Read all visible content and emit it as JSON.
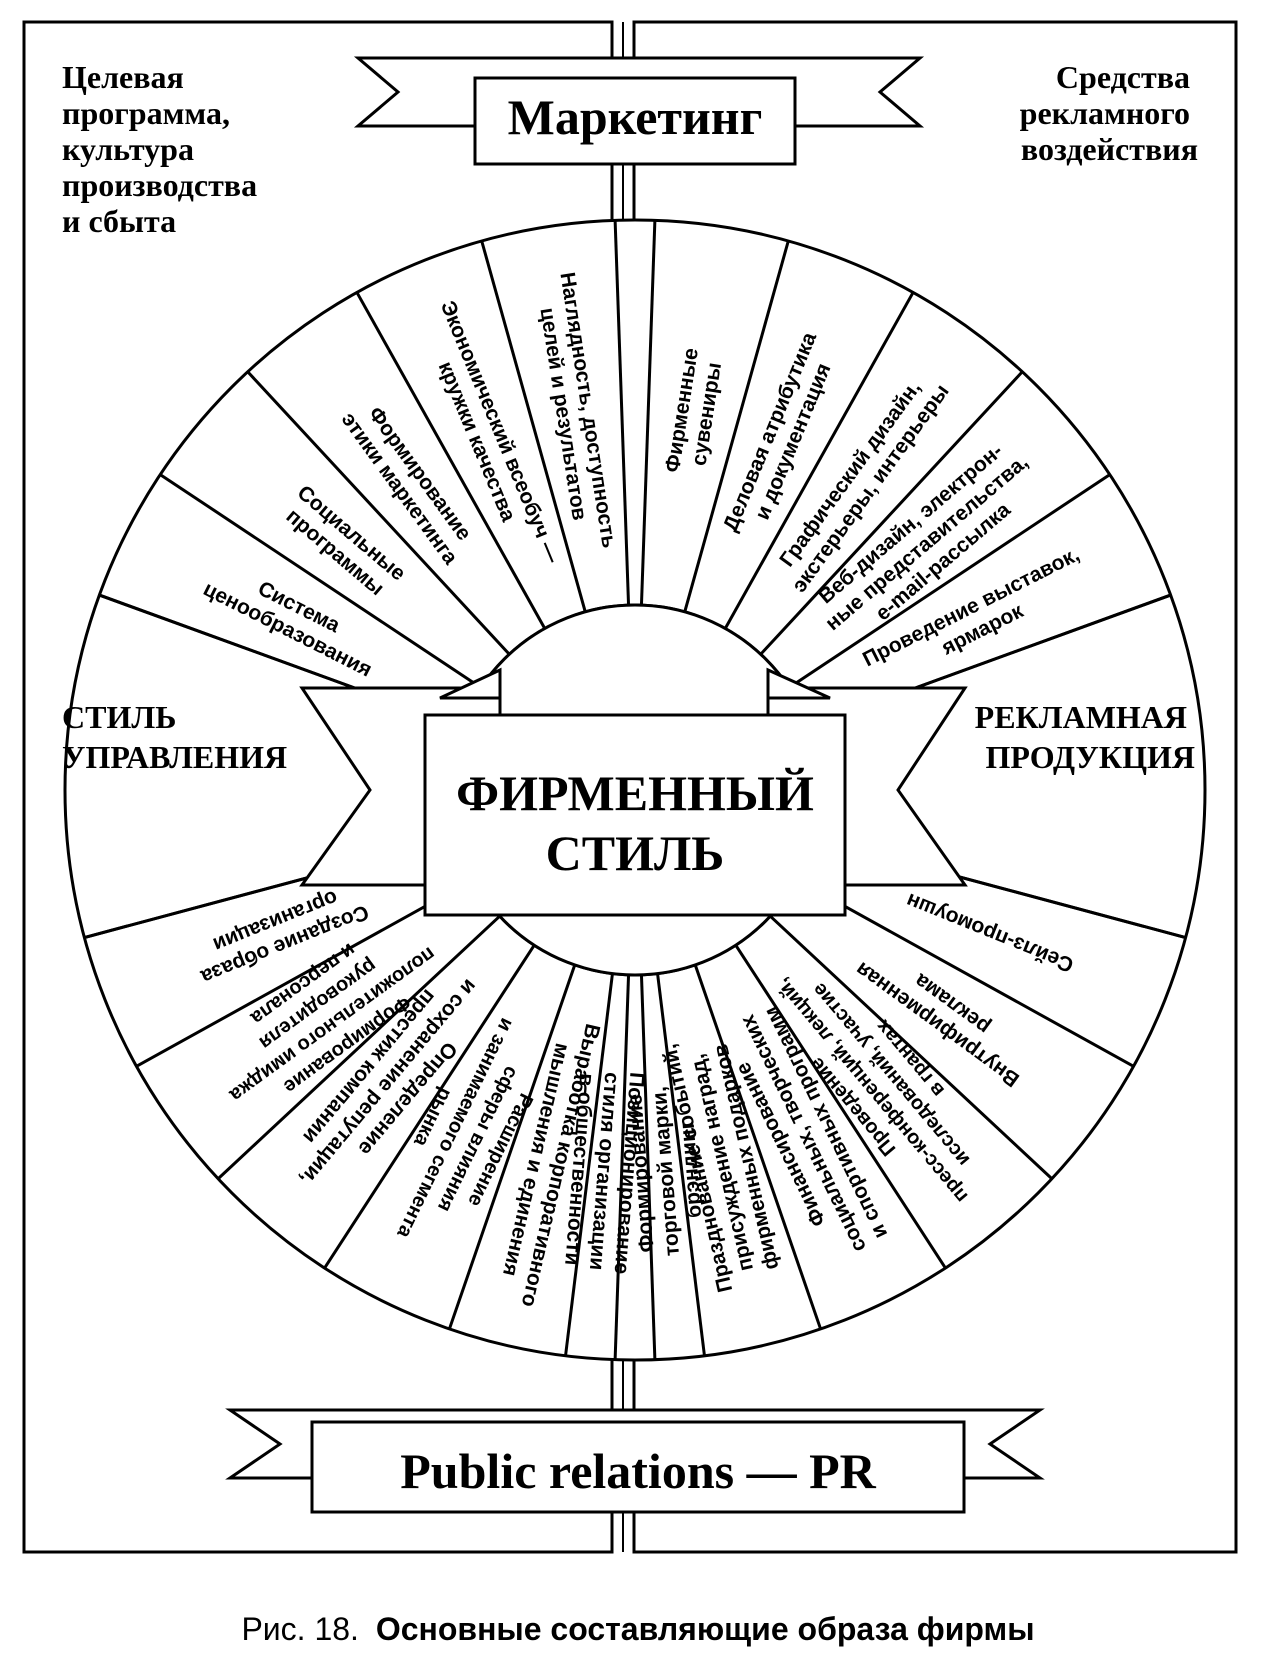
{
  "top_banner": "Маркетинг",
  "bottom_banner": "Public relations — PR",
  "center_title": [
    "ФИРМЕННЫЙ",
    "СТИЛЬ"
  ],
  "corner_top_left": [
    "Целевая",
    "программа,",
    "культура",
    "производства",
    "и сбыта"
  ],
  "corner_top_right": [
    "Средства",
    "рекламного",
    "воздействия"
  ],
  "side_left": [
    "СТИЛЬ",
    "УПРАВЛЕНИЯ"
  ],
  "side_right": [
    "РЕКЛАМНАЯ",
    "ПРОДУКЦИЯ"
  ],
  "caption_prefix": "Рис. 18.",
  "caption_text": "Основные составляющие образа фирмы",
  "sectors_top_left": [
    [
      "Наглядность, доступность",
      "целей и результатов"
    ],
    [
      "Экономический всеобуч —",
      "кружки качества"
    ],
    [
      "Формирование",
      "этики маркетинга"
    ],
    [
      "Социальные",
      "программы"
    ],
    [
      "Система",
      "ценообразования"
    ]
  ],
  "sectors_top_right": [
    [
      "Фирменные",
      "сувениры"
    ],
    [
      "Деловая атрибутика",
      "и документация"
    ],
    [
      "Графический дизайн,",
      "экстерьеры, интерьеры"
    ],
    [
      "Веб-дизайн, электрон-",
      "ные представительства,",
      "e-mail-рассылка"
    ],
    [
      "Проведение выставок,",
      "ярмарок"
    ]
  ],
  "sectors_bottom_left": [
    [
      "Создание образа",
      "организации"
    ],
    [
      "Формирование",
      "положительного имиджа",
      "руководителя",
      "и персонала"
    ],
    [
      "Определение",
      "и сохранение репутации,",
      "престиж компании"
    ],
    [
      "Расширение",
      "сферы влияния",
      "и занимаемого сегмента",
      "рынка"
    ],
    [
      "Выработка корпоративного",
      "мышления и единения"
    ],
    [
      "Позиционирование",
      "стиля организации",
      "в общественности"
    ]
  ],
  "sectors_bottom_right": [
    [
      "Сейлз-промоушн"
    ],
    [
      "Внутрифирменная",
      "реклама"
    ],
    [
      "Проведение",
      "пресс-конференций, лекций,",
      "исследований, участие",
      "в грантах"
    ],
    [
      "Финансирование",
      "социальных, творческих",
      "и спортивных программ"
    ],
    [
      "Празднование событий,",
      "присуждение наград,",
      "фирменных подарков"
    ],
    [
      "Формирование",
      "торговой марки,",
      "брэндинг"
    ]
  ]
}
